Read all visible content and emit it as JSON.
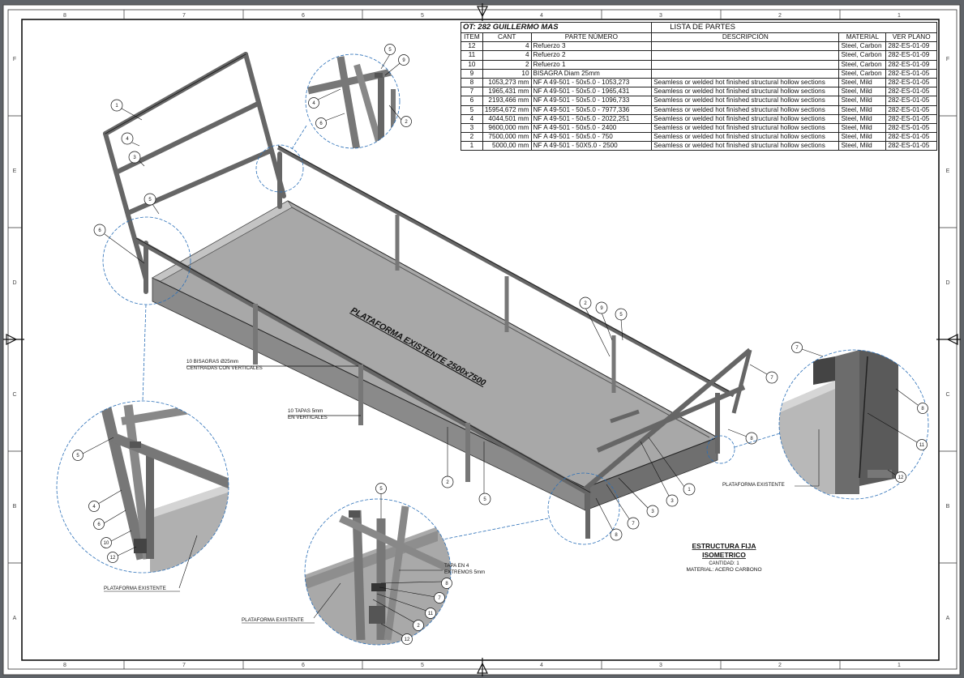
{
  "sheet": {
    "zones_top": [
      "8",
      "7",
      "6",
      "5",
      "4",
      "3",
      "2",
      "1"
    ],
    "zones_side": [
      "F",
      "E",
      "D",
      "C",
      "B",
      "A"
    ]
  },
  "bom": {
    "title": "OT: 282 GUILLERMO MAS",
    "subtitle": "LISTA DE PARTES",
    "headers": [
      "ITEM",
      "CANT",
      "PARTE NÚMERO",
      "DESCRIPCIÓN",
      "MATERIAL",
      "VER PLANO"
    ],
    "rows": [
      {
        "item": "12",
        "qty": "4",
        "part": "Refuerzo 3",
        "desc": "",
        "material": "Steel, Carbon",
        "plan": "282-ES-01-09"
      },
      {
        "item": "11",
        "qty": "4",
        "part": "Refuerzo 2",
        "desc": "",
        "material": "Steel, Carbon",
        "plan": "282-ES-01-09"
      },
      {
        "item": "10",
        "qty": "2",
        "part": "Refuerzo 1",
        "desc": "",
        "material": "Steel, Carbon",
        "plan": "282-ES-01-09"
      },
      {
        "item": "9",
        "qty": "10",
        "part": "BISAGRA Diam 25mm",
        "desc": "",
        "material": "Steel, Carbon",
        "plan": "282-ES-01-05"
      },
      {
        "item": "8",
        "qty": "1053,273 mm",
        "part": "NF A 49-501 - 50x5.0 - 1053,273",
        "desc": "Seamless or welded hot finished structural hollow sections",
        "material": "Steel, Mild",
        "plan": "282-ES-01-05"
      },
      {
        "item": "7",
        "qty": "1965,431 mm",
        "part": "NF A 49-501 - 50x5.0 - 1965,431",
        "desc": "Seamless or welded hot finished structural hollow sections",
        "material": "Steel, Mild",
        "plan": "282-ES-01-05"
      },
      {
        "item": "6",
        "qty": "2193,466 mm",
        "part": "NF A 49-501 - 50x5.0 - 1096,733",
        "desc": "Seamless or welded hot finished structural hollow sections",
        "material": "Steel, Mild",
        "plan": "282-ES-01-05"
      },
      {
        "item": "5",
        "qty": "15954,672 mm",
        "part": "NF A 49-501 - 50x5.0 - 7977,336",
        "desc": "Seamless or welded hot finished structural hollow sections",
        "material": "Steel, Mild",
        "plan": "282-ES-01-05"
      },
      {
        "item": "4",
        "qty": "4044,501 mm",
        "part": "NF A 49-501 - 50x5.0 - 2022,251",
        "desc": "Seamless or welded hot finished structural hollow sections",
        "material": "Steel, Mild",
        "plan": "282-ES-01-05"
      },
      {
        "item": "3",
        "qty": "9600,000 mm",
        "part": "NF A 49-501 - 50x5.0 - 2400",
        "desc": "Seamless or welded hot finished structural hollow sections",
        "material": "Steel, Mild",
        "plan": "282-ES-01-05"
      },
      {
        "item": "2",
        "qty": "7500,000 mm",
        "part": "NF A 49-501 - 50x5.0 - 750",
        "desc": "Seamless or welded hot finished structural hollow sections",
        "material": "Steel, Mild",
        "plan": "282-ES-01-05"
      },
      {
        "item": "1",
        "qty": "5000,00 mm",
        "part": "NF A 49-501 - 50X5.0 - 2500",
        "desc": "Seamless or welded hot finished structural hollow sections",
        "material": "Steel, Mild",
        "plan": "282-ES-01-05"
      }
    ]
  },
  "labels": {
    "platform": "PLATAFORMA EXISTENTE 2500x7500",
    "hinges_l1": "10 BISAGRAS Ø25mm",
    "hinges_l2": "CENTRADAS CON VERTICALES",
    "caps_l1": "10 TAPAS 5mm",
    "caps_l2": "EN VERTICALES",
    "cap4_l1": "TAPA EN 4",
    "cap4_l2": "EXTREMOS 5mm",
    "existing": "PLATAFORMA EXISTENTE",
    "view_title_l1": "ESTRUCTURA FIJA",
    "view_title_l2": "ISOMETRICO",
    "quantity": "CANTIDAD: 1",
    "material": "MATERIAL:  ACERO CARBONO"
  },
  "balloons": {
    "main": [
      "1",
      "4",
      "3",
      "5",
      "6",
      "2",
      "9",
      "5",
      "7",
      "8",
      "1",
      "3",
      "3",
      "7",
      "8",
      "2",
      "5"
    ],
    "d1": [
      "5",
      "9",
      "4",
      "6",
      "2"
    ],
    "d2": [
      "5",
      "4",
      "6",
      "10",
      "12"
    ],
    "d3": [
      "5",
      "8",
      "7",
      "11",
      "2",
      "12"
    ],
    "d4": [
      "7",
      "8",
      "11",
      "12"
    ]
  }
}
